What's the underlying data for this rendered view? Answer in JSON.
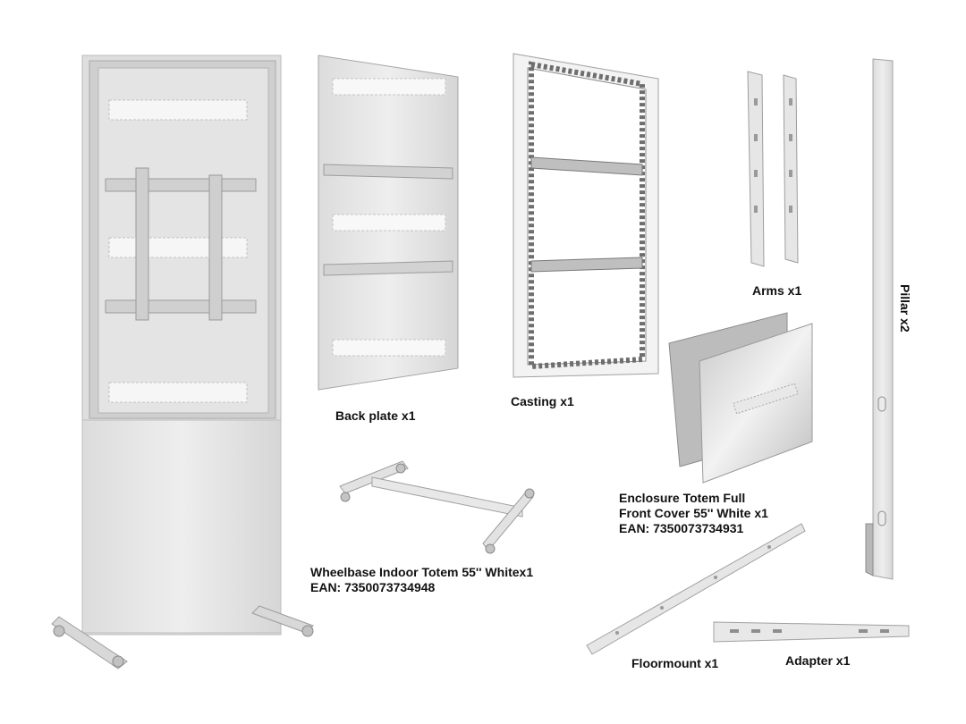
{
  "parts": {
    "back_plate": "Back plate x1",
    "casting": "Casting x1",
    "arms": "Arms x1",
    "pillar": "Pillar x2",
    "enclosure": {
      "line1": "Enclosure Totem Full",
      "line2": "Front Cover 55'' White x1",
      "line3": "EAN: 7350073734931"
    },
    "wheelbase": {
      "line1": "Wheelbase Indoor Totem 55''  Whitex1",
      "line2": "EAN: 7350073734948"
    },
    "floormount": "Floormount x1",
    "adapter": "Adapter x1"
  },
  "colors": {
    "background": "#ffffff",
    "metal_light": "#e9e9e9",
    "metal_mid": "#d4d4d4",
    "metal_dark": "#9a9a9a",
    "label_text": "#111111"
  }
}
